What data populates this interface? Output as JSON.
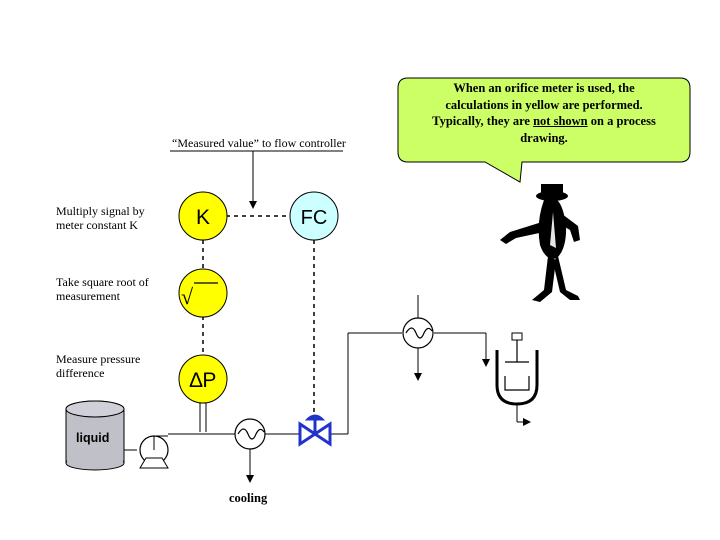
{
  "callout": {
    "line1": "When an orifice meter is used, the",
    "line2": "calculations in yellow are performed.",
    "line3_pre": "Typically, they are ",
    "line3_underline": "not shown",
    "line3_post": " on a process",
    "line4": "drawing."
  },
  "labels": {
    "measured_value": "“Measured value” to flow controller",
    "multiply_line1": "Multiply signal by",
    "multiply_line2": "meter constant K",
    "sqrt_line1": "Take square root of",
    "sqrt_line2": "measurement",
    "pressure_line1": "Measure pressure",
    "pressure_line2": "difference",
    "liquid": "liquid",
    "cooling": "cooling"
  },
  "instruments": {
    "k": "K",
    "fc": "FC",
    "sqrt": "√",
    "dp": "∆P"
  },
  "colors": {
    "yellow": "#ffff00",
    "controller": "#ccffff",
    "callout_fill": "#ccff66",
    "valve": "#2233cc",
    "tank": "#c0c0c8"
  }
}
